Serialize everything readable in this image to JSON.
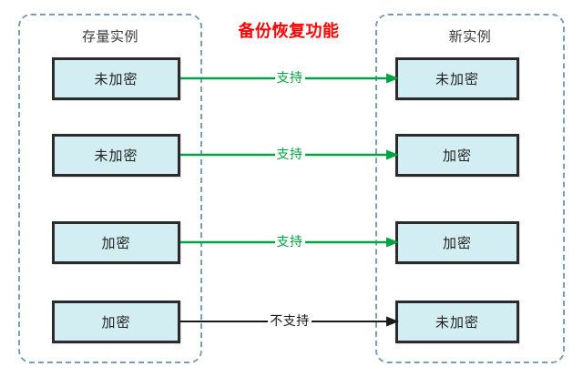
{
  "center_heading": "备份恢复功能",
  "groups": {
    "left": {
      "title": "存量实例"
    },
    "right": {
      "title": "新实例"
    }
  },
  "legend": {
    "supported_label": "支持",
    "unsupported_label": "不支持",
    "supported_color": "#00a542",
    "unsupported_color": "#1a1a1a",
    "node_fill": "#d3eef3",
    "node_border": "#2b2b2b",
    "group_border": "#7d9cb5",
    "heading_color": "#ff0000"
  },
  "rows": [
    {
      "source": "未加密",
      "label": "支持",
      "target": "未加密",
      "supported": true
    },
    {
      "source": "未加密",
      "label": "支持",
      "target": "加密",
      "supported": true
    },
    {
      "source": "加密",
      "label": "支持",
      "target": "加密",
      "supported": true
    },
    {
      "source": "加密",
      "label": "不支持",
      "target": "未加密",
      "supported": false
    }
  ]
}
